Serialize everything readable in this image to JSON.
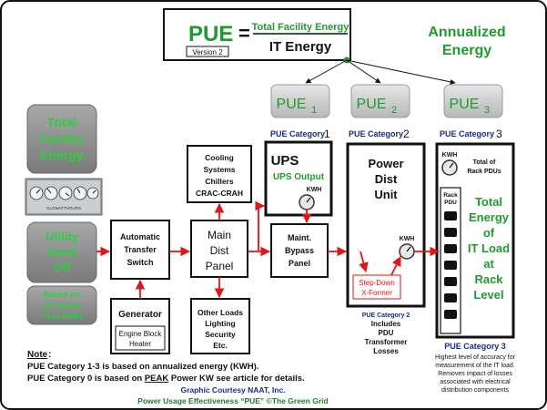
{
  "formula": {
    "pue": "PUE",
    "version": "Version 2",
    "equals": "=",
    "numerator": "Total Facility Energy",
    "denominator": "IT Energy"
  },
  "annualized": [
    "Annualized",
    "Energy"
  ],
  "pue_heads": [
    {
      "base": "PUE",
      "sub": "1"
    },
    {
      "base": "PUE",
      "sub": "2"
    },
    {
      "base": "PUE",
      "sub": "3"
    }
  ],
  "categories": [
    {
      "label": "PUE Category",
      "num": "1"
    },
    {
      "label": "PUE Category",
      "num": "2"
    },
    {
      "label": "PUE Category",
      "num": "3"
    }
  ],
  "total_facility_box": [
    "Total",
    "Facility",
    "Energy"
  ],
  "meter": {
    "brand": "GLOWATTHOURS"
  },
  "utility_box": [
    "Utility",
    "Hand",
    "Off"
  ],
  "based_box": [
    "Based on",
    "12-month",
    "Total KWH"
  ],
  "ats_box": [
    "Automatic",
    "Transfer",
    "Switch"
  ],
  "main_panel_box": [
    "Main",
    "Dist",
    "Panel"
  ],
  "cooling_box": [
    "Cooling",
    "Systems",
    "Chillers",
    "CRAC-CRAH"
  ],
  "generator_box": {
    "title": "Generator",
    "sub": [
      "Engine Block",
      "Heater"
    ]
  },
  "other_loads_box": [
    "Other Loads",
    "Lighting",
    "Security",
    "Etc."
  ],
  "ups_box": {
    "title": "UPS",
    "output": "UPS Output",
    "kwh": "KWH"
  },
  "bypass_box": [
    "Maint.",
    "Bypass",
    "Panel"
  ],
  "pdu_box": {
    "title": [
      "Power",
      "Dist",
      "Unit"
    ],
    "stepdown": [
      "Step-Down",
      "X-Former"
    ],
    "kwh": "KWH"
  },
  "cat2_note": [
    "PUE Category 2",
    "Includes",
    "PDU",
    "Transformer",
    "Losses"
  ],
  "rack_box": {
    "kwh": "KWH",
    "total_pdus": [
      "Total of",
      "Rack PDUs"
    ],
    "rack_pdu": [
      "Rack",
      "PDU"
    ],
    "big": [
      "Total",
      "Energy",
      "of",
      "IT Load",
      "at",
      "Rack",
      "Level"
    ]
  },
  "cat3_note": {
    "title": "PUE Category 3",
    "lines": [
      "Highest level of accuracy for",
      "measurement of the IT load.",
      "Removes impact of losses",
      "associated with electrical",
      "distribution components"
    ]
  },
  "note": {
    "title": "Note",
    "colon": ":",
    "line1": "PUE Category 1-3 is based on annualized energy (KWH).",
    "line2_pre": "PUE Category 0 is based on ",
    "line2_peak": "PEAK",
    "line2_post": " Power KW see article for details."
  },
  "credits": [
    "Graphic Courtesy NAAT, Inc.",
    "Power Usage Effectiveness “PUE”  ©The Green Grid"
  ],
  "colors": {
    "green": "#1f9a2e",
    "dark_green": "#0a7a1c",
    "red": "#e21414",
    "gray_box": "#8c8c8c",
    "gray_box_light": "#b4b4b4",
    "light_gray": "#d0d0d0",
    "navy": "#1a2a8a"
  }
}
